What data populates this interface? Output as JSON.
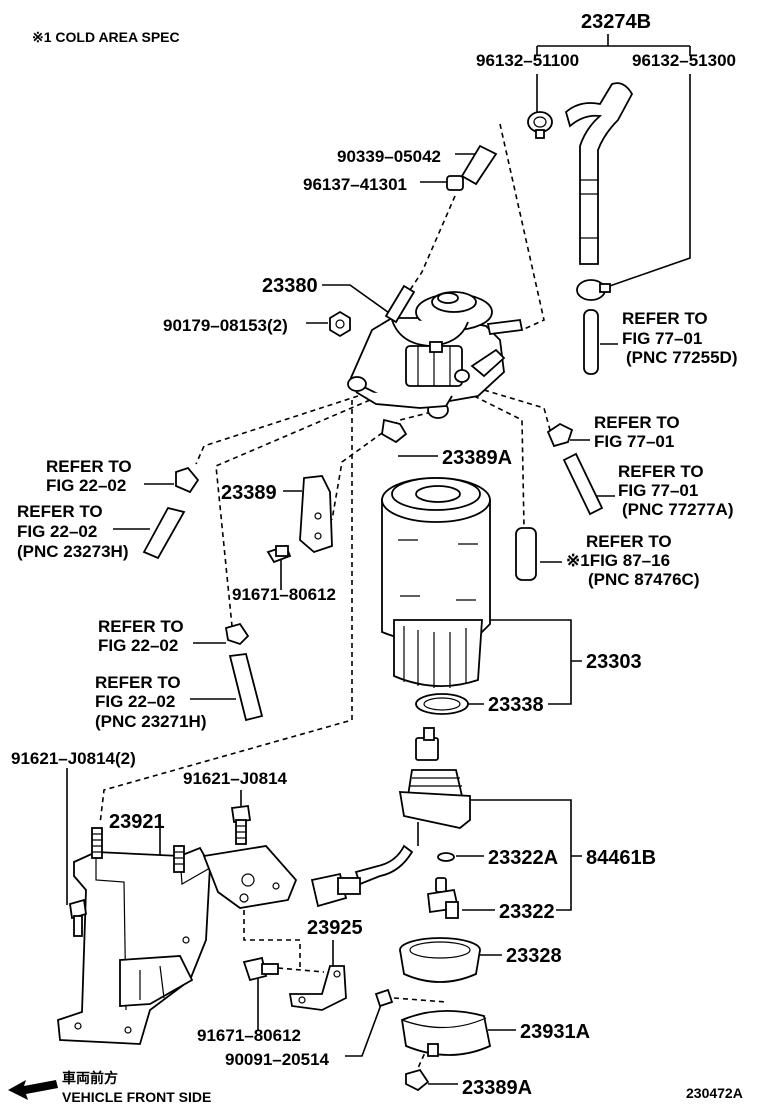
{
  "note": "※1 COLD AREA SPEC",
  "footer": {
    "direction_jp": "車両前方",
    "direction_en": "VEHICLE FRONT SIDE",
    "figure_id": "230472A"
  },
  "parts": {
    "p23274B": "23274B",
    "p96132_51100": "96132–51100",
    "p96132_51300": "96132–51300",
    "p90339_05042": "90339–05042",
    "p96137_41301": "96137–41301",
    "p23380": "23380",
    "p90179_08153": "90179–08153(2)",
    "p23389A_top": "23389A",
    "p23389": "23389",
    "p91671_80612_top": "91671–80612",
    "p23303": "23303",
    "p23338": "23338",
    "p91621_J0814_2": "91621–J0814(2)",
    "p91621_J0814": "91621–J0814",
    "p23921": "23921",
    "p23322A": "23322A",
    "p84461B": "84461B",
    "p23322": "23322",
    "p23925": "23925",
    "p23328": "23328",
    "p91671_80612_bot": "91671–80612",
    "p90091_20514": "90091–20514",
    "p23931A": "23931A",
    "p23389A_bot": "23389A"
  },
  "refs": {
    "r1": [
      "REFER TO",
      "FIG 77–01",
      "(PNC 77255D)"
    ],
    "r2": [
      "REFER TO",
      "FIG 77–01"
    ],
    "r3": [
      "REFER TO",
      "FIG 77–01",
      "(PNC 77277A)"
    ],
    "r4": [
      "REFER TO",
      "※1FIG 87–16",
      "(PNC 87476C)"
    ],
    "r5": [
      "REFER TO",
      "FIG 22–02"
    ],
    "r6": [
      "REFER TO",
      "FIG 22–02",
      "(PNC 23273H)"
    ],
    "r7": [
      "REFER TO",
      "FIG 22–02"
    ],
    "r8": [
      "REFER TO",
      "FIG 22–02",
      "(PNC 23271H)"
    ]
  }
}
